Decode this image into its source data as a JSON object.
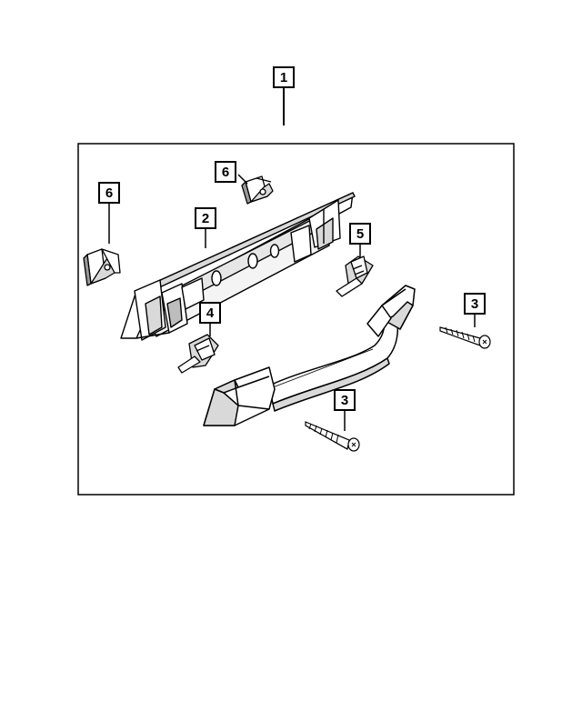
{
  "callouts": {
    "assembly": "1",
    "bracket": "2",
    "screw_right": "3",
    "screw_lower": "3",
    "clip_left": "4",
    "clip_right": "5",
    "nut_top": "6",
    "nut_left": "6"
  },
  "colors": {
    "line": "#000000",
    "fill": "#ffffff",
    "shade": "#d9d9d9",
    "dark": "#9a9a9a"
  }
}
